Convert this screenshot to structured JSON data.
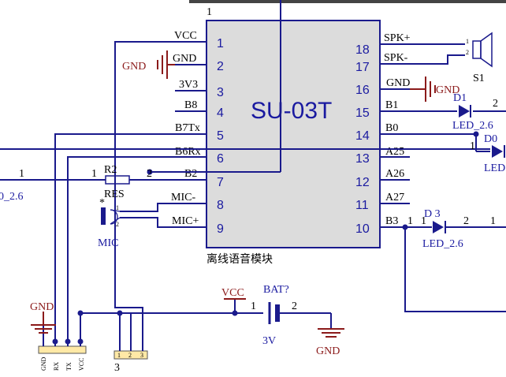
{
  "ic": {
    "name": "SU-03T",
    "description": "离线语音模块",
    "top_pin": "1",
    "left_pins": [
      {
        "num": "1",
        "net": "VCC"
      },
      {
        "num": "2",
        "net": "GND"
      },
      {
        "num": "3",
        "net": "3V3"
      },
      {
        "num": "4",
        "net": "B8"
      },
      {
        "num": "5",
        "net": "B7Tx"
      },
      {
        "num": "6",
        "net": "B6Rx"
      },
      {
        "num": "7",
        "net": "B2"
      },
      {
        "num": "8",
        "net": "MIC-"
      },
      {
        "num": "9",
        "net": "MIC+"
      }
    ],
    "right_pins": [
      {
        "num": "18",
        "net": "SPK+"
      },
      {
        "num": "17",
        "net": "SPK-"
      },
      {
        "num": "16",
        "net": "GND"
      },
      {
        "num": "15",
        "net": "B1"
      },
      {
        "num": "14",
        "net": "B0"
      },
      {
        "num": "13",
        "net": "A25"
      },
      {
        "num": "12",
        "net": "A26"
      },
      {
        "num": "11",
        "net": "A27"
      },
      {
        "num": "10",
        "net": "B3"
      }
    ]
  },
  "labels": {
    "gnd": "GND",
    "vcc": "VCC",
    "r2": "R2",
    "res": "RES",
    "r2_pin1": "1",
    "r2_pin2": "2",
    "left_net_pin": "1",
    "led26_partial": "0_2.6",
    "mic": "MIC",
    "mic_star": "*",
    "mic_pin1": "1",
    "mic_pin2": "2",
    "speaker": "S1",
    "spk_pin1": "1",
    "spk_pin2": "2",
    "d1": "D1",
    "d1_led": "LED_2.6",
    "d1_pin2": "2",
    "d0": "D0",
    "d0_led": "LED",
    "d0_pin1": "1",
    "d3": "D 3",
    "d3_led": "LED_2.6",
    "d3_pin1": "1",
    "d3_pin2": "2",
    "b3_pin": "1",
    "right_pin1": "1",
    "bat": "BAT?",
    "bat_value": "3V",
    "bat_pin1": "1",
    "bat_pin2": "2",
    "header4_pins": [
      "GND",
      "RX",
      "TX",
      "VCC"
    ],
    "header3_pins": [
      "1",
      "2",
      "3"
    ],
    "header3_name": "3"
  },
  "colors": {
    "wire": "#1a1a8c",
    "ground": "#8b1a1a",
    "chip_fill": "#dcdcdc",
    "header_fill": "#ffe9a6"
  }
}
